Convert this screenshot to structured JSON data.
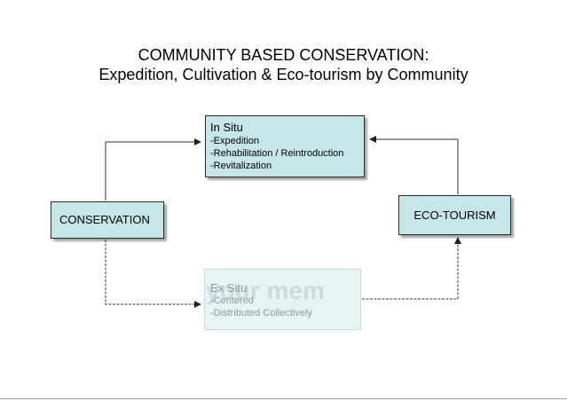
{
  "title": {
    "line1": "COMMUNITY BASED CONSERVATION:",
    "line2": "Expedition, Cultivation & Eco-tourism by Community"
  },
  "nodes": {
    "in_situ": {
      "heading": "In Situ",
      "items": [
        "-Expedition",
        "-Rehabilitation / Reintroduction",
        "-Revitalization"
      ]
    },
    "ex_situ": {
      "heading": "Ex Situ",
      "items": [
        "-Centered",
        "-Distributed Collectively"
      ]
    },
    "conservation": {
      "label": "CONSERVATION"
    },
    "eco_tourism": {
      "label": "ECO-TOURISM"
    }
  },
  "watermark": "your mem",
  "colors": {
    "box_fill": "#c6e6e8",
    "box_border": "#2a2a2a",
    "faded_fill": "#e8f4f4"
  }
}
